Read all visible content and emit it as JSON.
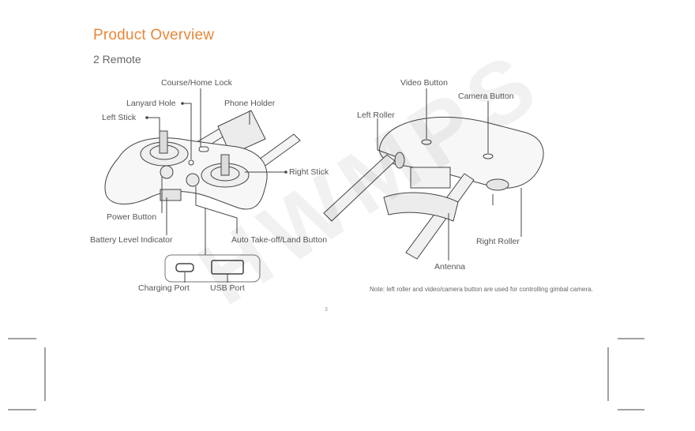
{
  "heading": {
    "title": "Product Overview",
    "subtitle": "2 Remote"
  },
  "left_labels": {
    "course_home_lock": "Course/Home Lock",
    "lanyard_hole": "Lanyard Hole",
    "phone_holder": "Phone Holder",
    "left_stick": "Left Stick",
    "right_stick": "Right Stick",
    "power_button": "Power Button",
    "battery_level_indicator": "Battery Level Indicator",
    "auto_takeoff_land": "Auto Take-off/Land Button",
    "charging_port": "Charging Port",
    "usb_port": "USB Port"
  },
  "right_labels": {
    "video_button": "Video Button",
    "camera_button": "Camera Button",
    "left_roller": "Left Roller",
    "right_roller": "Right Roller",
    "antenna": "Antenna"
  },
  "note": "Note: left roller and video/camera button are used for controlling gimbal camera.",
  "page_number": "3",
  "watermark": "HWMPS"
}
